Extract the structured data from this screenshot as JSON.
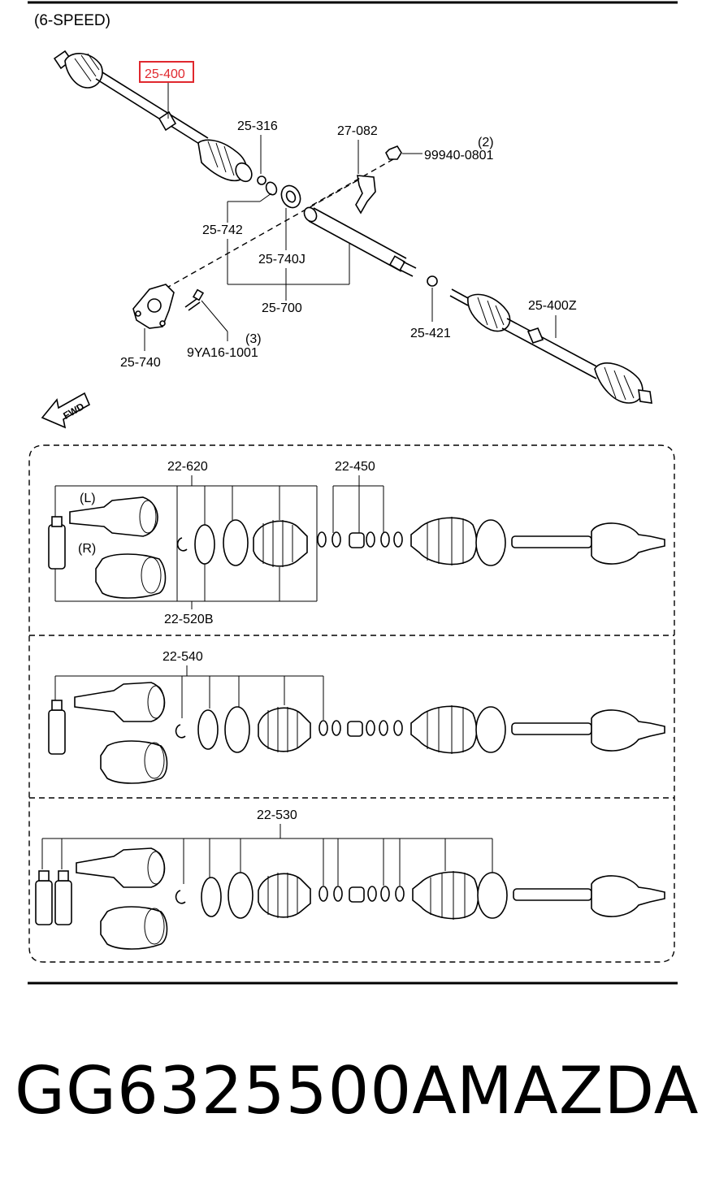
{
  "header": {
    "title": "(6-SPEED)"
  },
  "labels": {
    "p25400": "25-400",
    "p25316": "25-316",
    "p27082": "27-082",
    "q2": "(2)",
    "p99940": "99940-0801",
    "p25742": "25-742",
    "p25740j": "25-740J",
    "p25700": "25-700",
    "p25740": "25-740",
    "p9ya16": "9YA16-1001",
    "q3": "(3)",
    "p25421": "25-421",
    "p25400z": "25-400Z",
    "fwd": "FWD",
    "p22620": "22-620",
    "p22450": "22-450",
    "side_l": "(L)",
    "side_r": "(R)",
    "p22520b": "22-520B",
    "p22540": "22-540",
    "p22530": "22-530"
  },
  "highlight_color": "#e0282e",
  "footer": {
    "part_number": "GG6325500A",
    "brand": "MAZDA"
  }
}
